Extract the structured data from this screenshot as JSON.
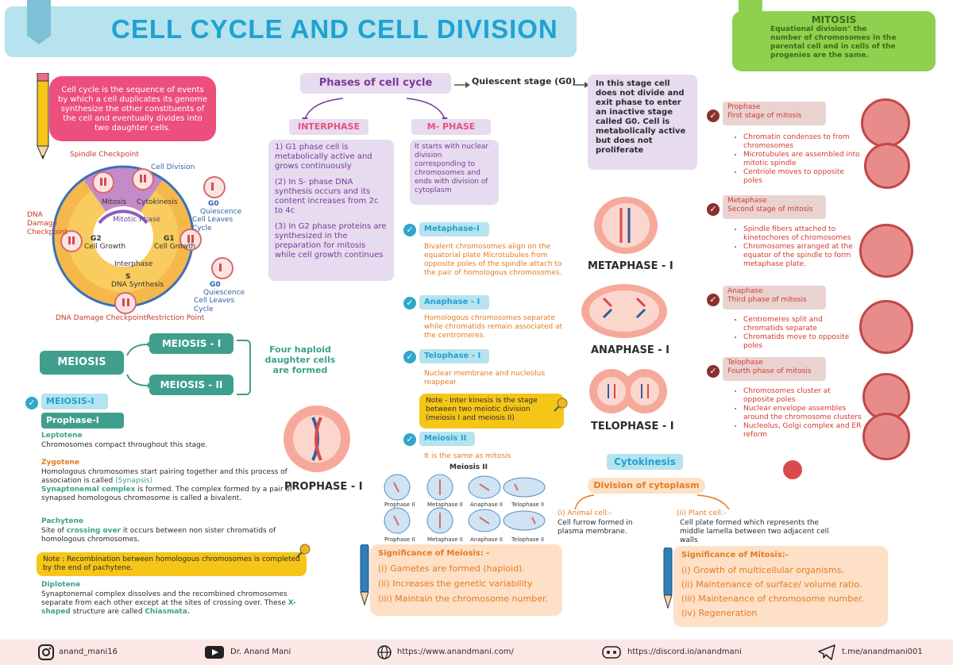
{
  "title": "CELL CYCLE AND CELL DIVISION",
  "intro": "Cell cycle is the sequence of events by which a cell duplicates its genome synthesize the other constituents of the cell and eventually divides into two daughter cells.",
  "phases_title": "Phases of cell cycle",
  "quiescent_label": "Quiescent stage (G0)",
  "quiescent_text": "In this stage cell does not divide and exit phase to enter an inactive stage called G0. Cell is metabolically active but does not proliferate",
  "interphase": {
    "title": "INTERPHASE",
    "items": [
      "1) G1 phase cell is metabolically active and grows continuously",
      "(2) In S- phase DNA synthesis occurs and its content increases from 2c to 4c",
      "(3) In G2 phase proteins are synthesized in the preparation for mitosis while cell growth continues"
    ]
  },
  "mphase": {
    "title": "M- PHASE",
    "text": "It starts with nuclear division corresponding to chromosomes and ends with division of cytoplasm"
  },
  "cycle_diagram": {
    "labels": {
      "spindle": "Spindle Checkpoint",
      "cell_division": "Cell Division",
      "mitosis": "Mitosis",
      "cytokinesis": "Cytokinesis",
      "mitotic_phase": "Mitotic Phase",
      "dna_damage_top": "DNA Damage Checkpoint",
      "g2": "G2",
      "g2_sub": "Cell Growth",
      "g1": "G1",
      "g1_sub": "Cell Growth",
      "interphase": "Interphase",
      "s": "S",
      "s_sub": "DNA Synthesis",
      "g0_top": "G0",
      "g0_top_sub1": "Quiescence",
      "g0_top_sub2": "Cell Leaves Cycle",
      "g0_bot": "G0",
      "g0_bot_sub1": "Quiescence",
      "g0_bot_sub2": "Cell Leaves Cycle",
      "dna_damage_bottom": "DNA Damage Checkpoint",
      "restriction": "Restriction Point"
    }
  },
  "meiosis": {
    "main": "MEIOSIS",
    "m1": "MEIOSIS - I",
    "m2": "MEIOSIS - II",
    "result": "Four haploid daughter cells are formed"
  },
  "meiosis1_label": "MEIOSIS-I",
  "prophase1_label": "Prophase-I",
  "stages": {
    "leptotene_h": "Leptotene",
    "leptotene_t": "Chromosomes compact throughout this stage.",
    "zygotene_h": "Zygotene",
    "zygotene_t1": "Homologous chromosomes start pairing together and this process of association is called",
    "zygotene_syn": "(Synapsis)",
    "zygotene_sc": "Synaptonemal complex",
    "zygotene_t2": "is formed. The complex formed by a pair of synapsed homologous chromosome is called a bivalent.",
    "pachytene_h": "Pachytene",
    "pachytene_t1": "Site of",
    "pachytene_co": "crossing over",
    "pachytene_t2": "it occurs between non sister chromatids of homologous chromosomes.",
    "note1": "Note : Recombination between homologous chromosomes is completed by the end of pachytene.",
    "diplotene_h": "Diplotene",
    "diplotene_t1": "Synaptonemal complex dissolves and the recombined chromosomes separate from each other except at the sites of crossing over. These",
    "diplotene_x": "X- shaped",
    "diplotene_t2": "structure are called",
    "diplotene_ch": "Chiasmata."
  },
  "prophase1_img_label": "PROPHASE - I",
  "middle": {
    "metaphase1": "Metaphase-I",
    "metaphase1_t": "Bivalent chromosomes align on the equatorial plate Microtubules from opposite poles of the spindle attach to the pair of homologous chromosomes.",
    "anaphase1": "Anaphase - I",
    "anaphase1_t": "Homologous chromosomes separate while chromatids remain associated at the centromeres.",
    "telophase1": "Telophase - I",
    "telophase1_t": "Nuclear membrane and nucleolus reappear",
    "note2": "Note - Inter kinesis is the stage between two meiotic division (meiosis I and meiosis II)",
    "meiosis2": "Meiosis II",
    "meiosis2_t": "It is the same as mitosis",
    "meiosis2_fig": "Meiosis II",
    "fig_labels": [
      "Prophase II",
      "Metaphase II",
      "Anaphase II",
      "Telophase II"
    ]
  },
  "center_labels": {
    "metaphase": "METAPHASE - I",
    "anaphase": "ANAPHASE - I",
    "telophase": "TELOPHASE - I"
  },
  "significance_meiosis": {
    "title": "Significance of Meiosis: -",
    "items": [
      "(i) Gametes are formed (haploid).",
      "(ii) Increases the genetic variability",
      "(iii) Maintain the chromosome number."
    ]
  },
  "cytokinesis": {
    "title": "Cytokinesis",
    "sub": "Division of cytoplasm",
    "animal_h": "(i) Animal cell:-",
    "animal_t": "Cell furrow formed in plasma membrane.",
    "plant_h": "(ii) Plant cell:-",
    "plant_t": "Cell plate formed which represents the middle lamella between two adjacent cell walls"
  },
  "mitosis": {
    "title": "MITOSIS",
    "text": "Equational division\" the number of chromosomes in the parental cell and in cells of the progenies are the same.",
    "phases": [
      {
        "name": "Prophase",
        "sub": "First stage of mitosis",
        "points": [
          "Chromatin condenses to from chromosomes",
          "Microtubules are assembled into mitotic spindle",
          "Centriole moves to opposite poles"
        ]
      },
      {
        "name": "Metaphase",
        "sub": "Second stage of mitosis",
        "points": [
          "Spindle fibers attached to kinetochores of chromosomes",
          "Chromosomes arranged at the equator of the spindle to form metaphase plate."
        ]
      },
      {
        "name": "Anaphase",
        "sub": "Third phase of mitosis",
        "points": [
          "Centromeres split and chromatids separate",
          "Chromatids move to opposite poles"
        ]
      },
      {
        "name": "Telophase",
        "sub": "Fourth phase of mitosis",
        "points": [
          "Chromosomes cluster at opposite poles",
          "Nuclear envelope assembles around the chromosome clusters",
          "Nucleolus, Golgi complex and ER reform"
        ]
      }
    ]
  },
  "significance_mitosis": {
    "title": "Significance of Mitosis:-",
    "items": [
      "(i) Growth of multicellular organisms.",
      "(ii) Maintenance of surface/ volume ratio.",
      "(iii) Maintenance of chromosome number.",
      "(iv) Regeneration"
    ]
  },
  "footer": {
    "instagram": "anand_mani16",
    "youtube": "Dr. Anand Mani",
    "website": "https://www.anandmani.com/",
    "discord": "https://discord.io/anandmani",
    "telegram": "t.me/anandmani001"
  },
  "colors": {
    "title": "#1fa2d3",
    "purple_box": "#e6dbef",
    "pink": "#ec4f7d",
    "green": "#3f9f8c",
    "mitosis_green": "#8fd14f",
    "yellow": "#f5c518",
    "peach": "#fde0c6"
  }
}
